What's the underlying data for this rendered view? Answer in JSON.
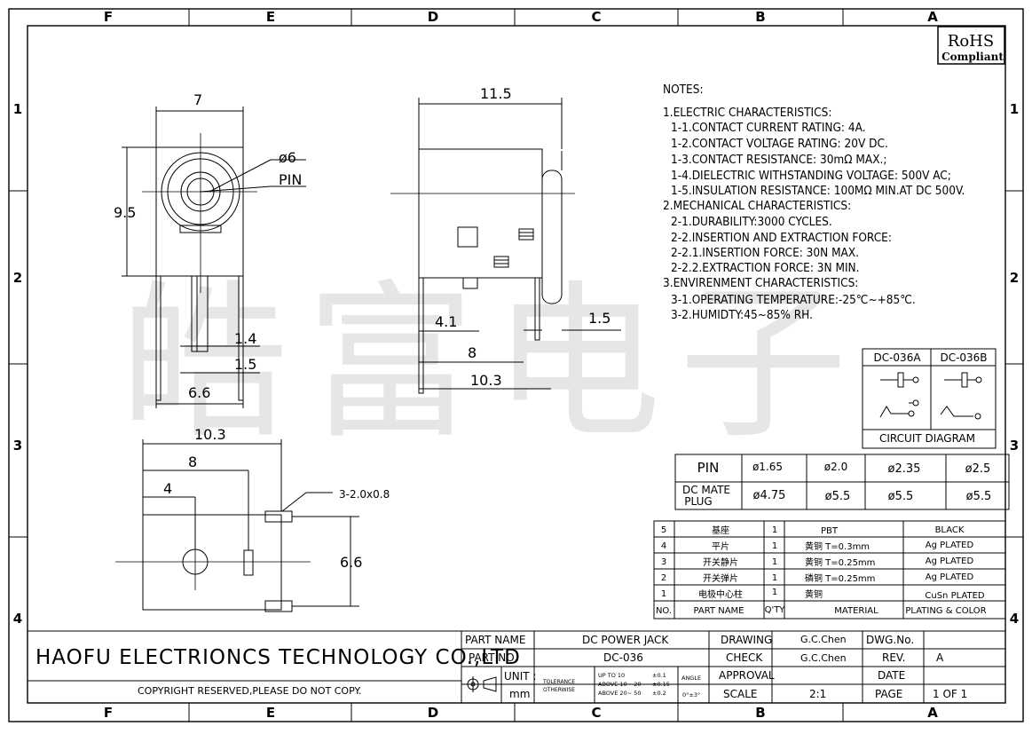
{
  "border": {
    "columns": [
      "F",
      "E",
      "D",
      "C",
      "B",
      "A"
    ],
    "rows": [
      "1",
      "2",
      "3",
      "4"
    ]
  },
  "badge": {
    "line1": "RoHS",
    "line2": "Compliant"
  },
  "watermark": "皓富电子",
  "front_view": {
    "width": "7",
    "height": "9.5",
    "diameter": "ø6",
    "pin_label": "PIN",
    "pin_width_a": "1.4",
    "pin_width_b": "1.5",
    "pin_span": "6.6"
  },
  "side_view": {
    "length": "11.5",
    "d1": "4.1",
    "d2": "8",
    "d3": "10.3",
    "thickness": "1.5"
  },
  "bottom_view": {
    "d1": "10.3",
    "d2": "8",
    "d3": "4",
    "hole_note": "3-2.0x0.8",
    "height": "6.6"
  },
  "notes": [
    "NOTES:",
    "1.ELECTRIC CHARACTERISTICS:",
    "1-1.CONTACT CURRENT RATING: 4A.",
    "1-2.CONTACT VOLTAGE RATING: 20V DC.",
    "1-3.CONTACT RESISTANCE: 30mΩ MAX.;",
    "1-4.DIELECTRIC WITHSTANDING VOLTAGE: 500V AC;",
    "1-5.INSULATION RESISTANCE: 100MΩ MIN.AT DC 500V.",
    "2.MECHANICAL CHARACTERISTICS:",
    "2-1.DURABILITY:3000 CYCLES.",
    "2-2.INSERTION AND EXTRACTION FORCE:",
    "2-2.1.INSERTION FORCE: 30N MAX.",
    "2-2.2.EXTRACTION FORCE: 3N MIN.",
    "3.ENVIRENMENT CHARACTERISTICS:",
    "3-1.OPERATING TEMPERATURE:-25℃~+85℃.",
    "3-2.HUMIDTY:45~85% RH."
  ],
  "circuit": {
    "col_a": "DC-036A",
    "col_b": "DC-036B",
    "caption": "CIRCUIT DIAGRAM"
  },
  "pin_table": {
    "row1_label": "PIN",
    "row1": [
      "ø1.65",
      "ø2.0",
      "ø2.35",
      "ø2.5"
    ],
    "row2_label": "DC MATE PLUG",
    "row2_l1": "DC MATE",
    "row2_l2": "PLUG",
    "row2": [
      "ø4.75",
      "ø5.5",
      "ø5.5",
      "ø5.5"
    ]
  },
  "bom": {
    "rows": [
      {
        "no": "5",
        "name": "基座",
        "qty": "1",
        "material": "PBT",
        "color": "BLACK"
      },
      {
        "no": "4",
        "name": "平片",
        "qty": "1",
        "material": "黄铜 T=0.3mm",
        "color": "Ag PLATED"
      },
      {
        "no": "3",
        "name": "开关静片",
        "qty": "1",
        "material": "黄铜 T=0.25mm",
        "color": "Ag PLATED"
      },
      {
        "no": "2",
        "name": "开关弹片",
        "qty": "1",
        "material": "磷铜 T=0.25mm",
        "color": "Ag PLATED"
      },
      {
        "no": "1",
        "name": "电极中心柱",
        "qty": "1",
        "material": "黄铜",
        "color": "CuSn PLATED"
      }
    ],
    "header": {
      "no": "NO.",
      "name": "PART NAME",
      "qty": "Q'TY",
      "material": "MATERIAL",
      "color": "PLATING & COLOR"
    }
  },
  "title_block": {
    "company": "HAOFU ELECTRIONCS TECHNOLOGY CO.,LTD",
    "copyright": "COPYRIGHT RESERVED,PLEASE DO NOT COPY.",
    "part_name_label": "PART NAME",
    "part_name": "DC POWER JACK",
    "part_no_label": "PART NO.",
    "part_no": "DC-036",
    "unit_label": "UNIT :",
    "unit": "mm",
    "tol_1": "TOLERANCE",
    "tol_2": "OTHERWISE",
    "tol_r1": "UP TO 10",
    "tol_r1v": "±0.1",
    "tol_r2": "ABOVE 10~  20",
    "tol_r2v": "±0.15",
    "tol_r3": "ABOVE 20~  50",
    "tol_r3v": "±0.2",
    "angle_label": "ANGLE",
    "angle": "0°±3°",
    "drawing_label": "DRAWING",
    "drawing": "G.C.Chen",
    "check_label": "CHECK",
    "check": "G.C.Chen",
    "approval_label": "APPROVAL",
    "scale_label": "SCALE",
    "scale": "2:1",
    "dwg_no_label": "DWG.No.",
    "rev_label": "REV.",
    "rev": "A",
    "date_label": "DATE",
    "page_label": "PAGE",
    "page": "1 OF 1"
  }
}
